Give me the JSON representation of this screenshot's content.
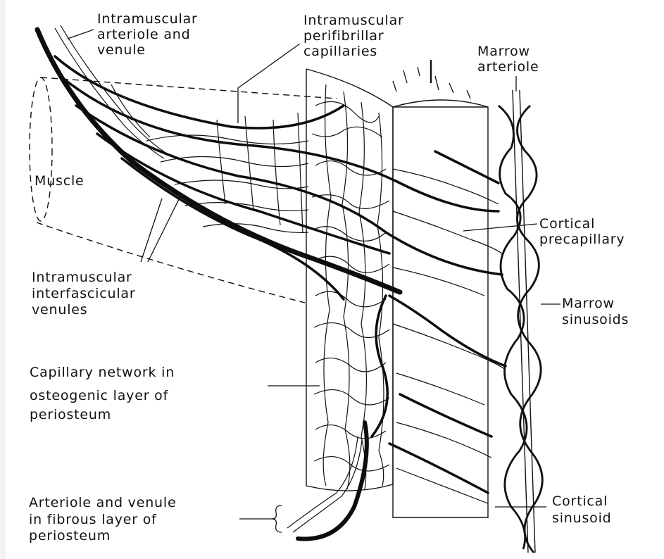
{
  "labels": {
    "intramuscular_arteriole_venule": [
      "Intramuscular",
      "arteriole and",
      "venule"
    ],
    "perifibrillar_capillaries": [
      "Intramuscular",
      "perifibrillar",
      "capillaries"
    ],
    "marrow_arteriole": [
      "Marrow",
      "arteriole"
    ],
    "muscle": [
      "Muscle"
    ],
    "cortical_precapillary": [
      "Cortical",
      "precapillary"
    ],
    "interfascicular_venules": [
      "Intramuscular",
      "interfascicular",
      "venules"
    ],
    "marrow_sinusoids": [
      "Marrow",
      "sinusoids"
    ],
    "capillary_network": [
      "Capillary network in",
      "osteogenic layer of",
      "periosteum"
    ],
    "fibrous_layer": [
      "Arteriole and venule",
      "in fibrous layer of",
      "periosteum"
    ],
    "cortical_sinusoid": [
      "Cortical",
      "sinusoid"
    ]
  }
}
